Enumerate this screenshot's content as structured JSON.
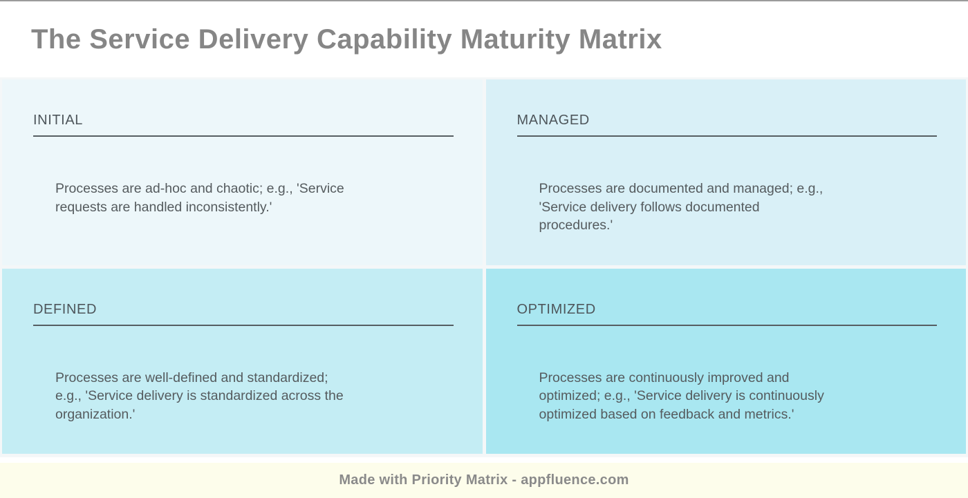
{
  "title": "The Service Delivery Capability Maturity Matrix",
  "matrix": {
    "rows": 2,
    "cols": 2,
    "quadrants": [
      {
        "id": "initial",
        "label": "INITIAL",
        "description": "Processes are ad-hoc and chaotic; e.g., 'Service\nrequests are handled inconsistently.'",
        "bg_color": "#edf7fa",
        "position": "top-left"
      },
      {
        "id": "managed",
        "label": "MANAGED",
        "description": "Processes are documented and managed; e.g.,\n'Service delivery follows documented\nprocedures.'",
        "bg_color": "#d9f0f7",
        "position": "top-right"
      },
      {
        "id": "defined",
        "label": "DEFINED",
        "description": "Processes are well-defined and standardized;\ne.g., 'Service delivery is standardized across the\norganization.'",
        "bg_color": "#c4edf4",
        "position": "bottom-left"
      },
      {
        "id": "optimized",
        "label": "OPTIMIZED",
        "description": "Processes are continuously improved and\noptimized; e.g., 'Service delivery is continuously\noptimized based on feedback and metrics.'",
        "bg_color": "#a9e7f1",
        "position": "bottom-right"
      }
    ]
  },
  "footer": {
    "text": "Made with Priority Matrix - appfluence.com",
    "bg_color": "#fdfdeb"
  },
  "colors": {
    "title_text": "#868686",
    "quadrant_label_text": "#4e565b",
    "quadrant_body_text": "#555b5e",
    "divider": "#565e62",
    "grid_gap": "#f4f7f8",
    "top_border": "#9b9b9b",
    "footer_text": "#8a8a8a"
  }
}
